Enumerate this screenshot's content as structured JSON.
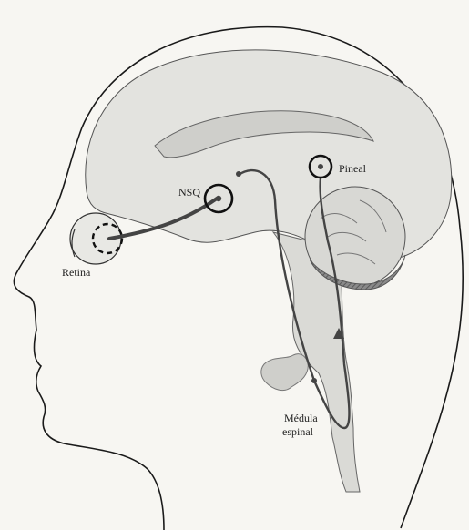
{
  "labels": {
    "nsq": "NSQ",
    "pineal": "Pineal",
    "retina": "Retina",
    "medula_line1": "Médula",
    "medula_line2": "espinal"
  },
  "colors": {
    "paper": "#f7f6f2",
    "brain_fill": "#e3e3df",
    "outline": "#1a1a1a",
    "pathway": "#444444",
    "cerebellum_stripe": "#6d6d6d"
  }
}
